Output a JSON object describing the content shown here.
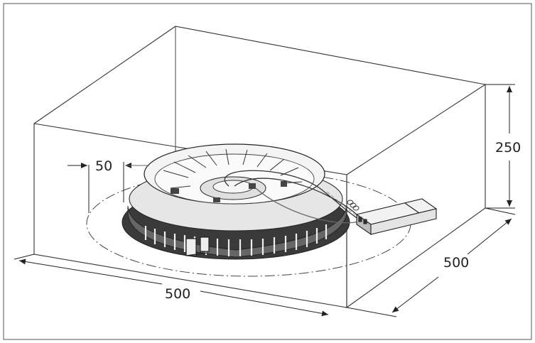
{
  "dimensions": {
    "height_label": "250",
    "depth_label": "500",
    "width_label": "500",
    "offset_label": "50"
  },
  "colors": {
    "line": "#333333",
    "light": "#777777",
    "fill_light": "#f2f2f2",
    "fill_mid": "#d9d9d9",
    "fill_dark": "#555555"
  }
}
